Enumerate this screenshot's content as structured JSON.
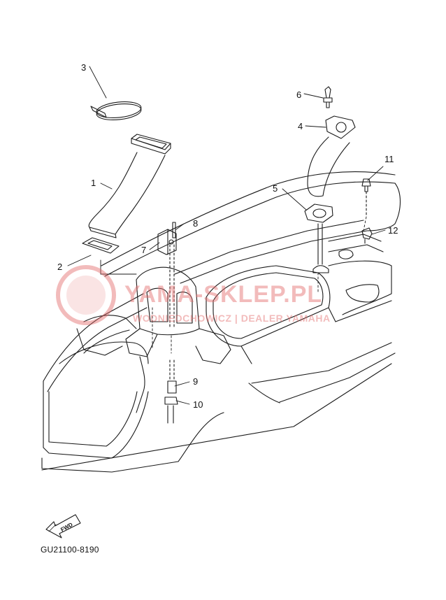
{
  "diagram_code": "GU21100-8190",
  "fwd_label": "FWD",
  "watermark": {
    "title": "YAMA-SKLEP.PL",
    "subtitle": "WODNIEDCHOWICZ | DEALER YAMAHA"
  },
  "callouts": [
    {
      "id": "1",
      "label": "1"
    },
    {
      "id": "2",
      "label": "2"
    },
    {
      "id": "3",
      "label": "3"
    },
    {
      "id": "4",
      "label": "4"
    },
    {
      "id": "5",
      "label": "5"
    },
    {
      "id": "6",
      "label": "6"
    },
    {
      "id": "7",
      "label": "7"
    },
    {
      "id": "8",
      "label": "8"
    },
    {
      "id": "9",
      "label": "9"
    },
    {
      "id": "10",
      "label": "10"
    },
    {
      "id": "11",
      "label": "11"
    },
    {
      "id": "12",
      "label": "12"
    }
  ],
  "colors": {
    "line": "#1a1a1a",
    "watermark": "#e36a6a"
  }
}
